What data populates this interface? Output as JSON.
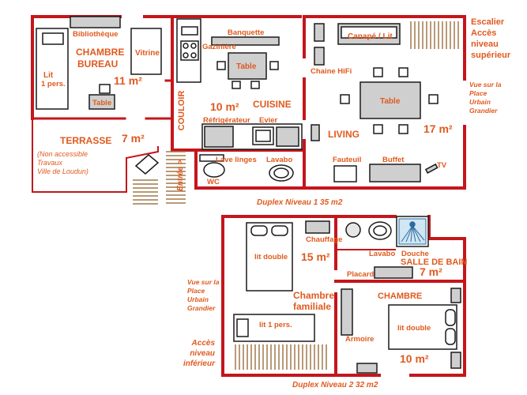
{
  "colors": {
    "wall": "#c4161c",
    "label": "#e05a1e",
    "furniture": "#1a1a1a",
    "fill": "#cfcfcf",
    "stair": "#a0784a"
  },
  "level1": {
    "caption": "Duplex Niveau 1    35 m2",
    "chambre_bureau": {
      "title1": "CHAMBRE",
      "title2": "BUREAU",
      "area": "11 m²",
      "bibliotheque": "Bibliothèque",
      "vitrine": "Vitrine",
      "lit1": "Lit",
      "lit2": "1 pers.",
      "table": "Table"
    },
    "cuisine": {
      "title": "CUISINE",
      "area": "10 m²",
      "banquette": "Banquette",
      "gaziniere": "Gazinière",
      "table": "Table",
      "refrigerateur": "Réfrigérateur",
      "evier": "Evier"
    },
    "living": {
      "title": "LIVING",
      "area": "17 m²",
      "canape": "Canapé / Lit",
      "chaine": "Chaine HiFi",
      "table": "Table",
      "fauteuil": "Fauteuil",
      "buffet": "Buffet",
      "tv": "TV"
    },
    "couloir": "COULOIR",
    "entree": "Entrée >",
    "wc": {
      "lave_linges": "Lave linges",
      "lavabo": "Lavabo",
      "wc": "WC"
    },
    "terrasse": {
      "title": "TERRASSE",
      "area": "7 m²",
      "note1": "(Non accessible",
      "note2": "Travaux",
      "note3": "Ville de Loudun)"
    },
    "escalier": [
      "Escalier",
      "Accès",
      "niveau",
      "supérieur"
    ],
    "vue": [
      "Vue sur la",
      "Place",
      "Urbain",
      "Grandier"
    ]
  },
  "level2": {
    "caption": "Duplex Niveau 2    32 m2",
    "chambre_familiale": {
      "title1": "Chambre",
      "title2": "familiale",
      "area": "15 m²",
      "lit_double": "lit double",
      "lit1": "lit 1 pers.",
      "chauffage": "Chauffage"
    },
    "salle_de_bain": {
      "title": "SALLE DE BAIN",
      "area": "7 m²",
      "lavabo": "Lavabo",
      "douche": "Douche",
      "placard": "Placard"
    },
    "chambre": {
      "title": "CHAMBRE",
      "area": "10 m²",
      "lit_double": "lit double",
      "armoire": "Armoire"
    },
    "vue": [
      "Vue sur la",
      "Place",
      "Urbain",
      "Grandier"
    ],
    "acces": [
      "Accès",
      "niveau",
      "inférieur"
    ]
  }
}
